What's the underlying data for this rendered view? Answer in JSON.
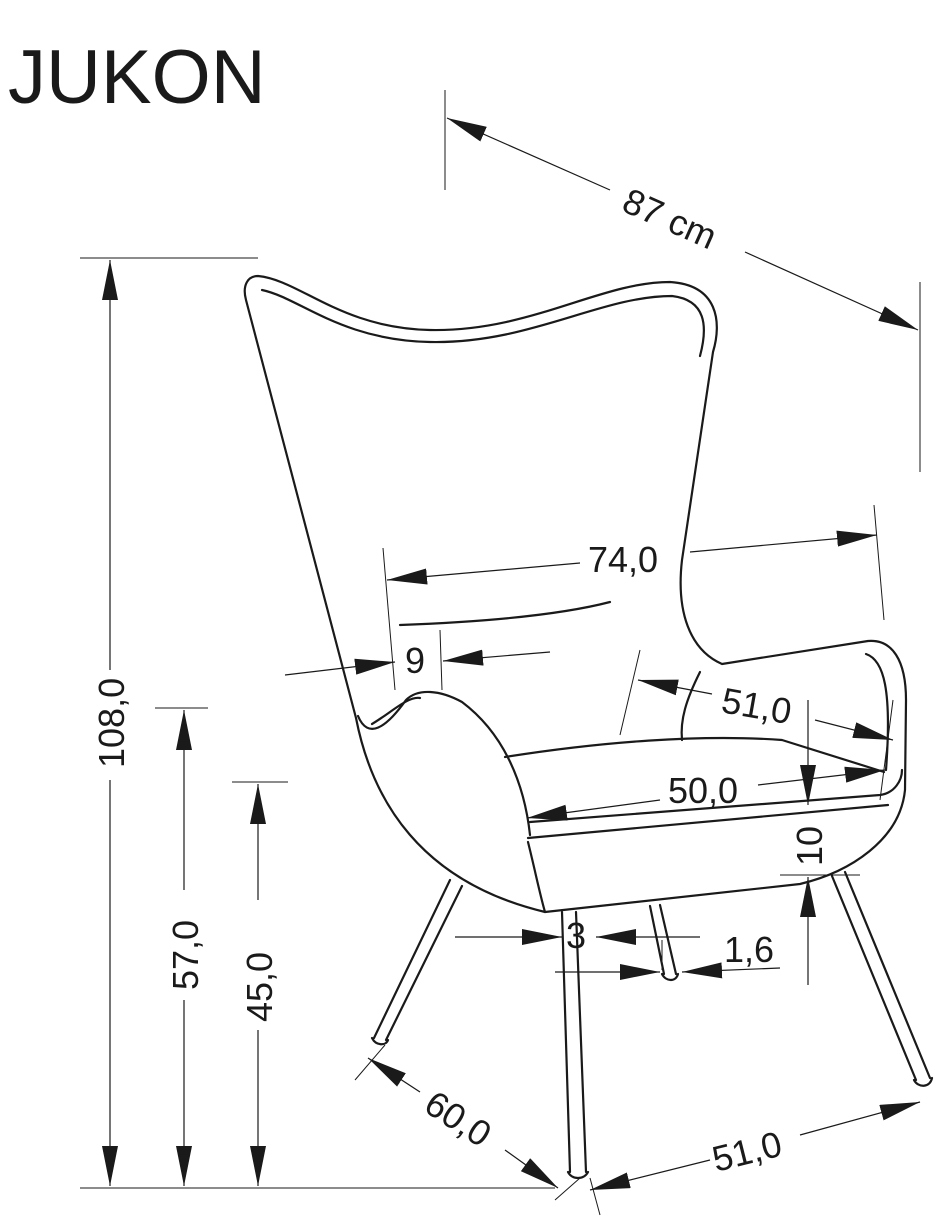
{
  "title": "JUKON",
  "dimensions": {
    "depth_total": "87 cm",
    "height_total": "108,0",
    "width_arms": "74,0",
    "arm_thickness": "9",
    "arm_depth": "51,0",
    "seat_width": "50,0",
    "seat_cushion": "10",
    "armrest_height": "57,0",
    "seat_height": "45,0",
    "leg_top": "3",
    "leg_bottom": "1,6",
    "base_depth": "60,0",
    "base_width": "51,0"
  }
}
